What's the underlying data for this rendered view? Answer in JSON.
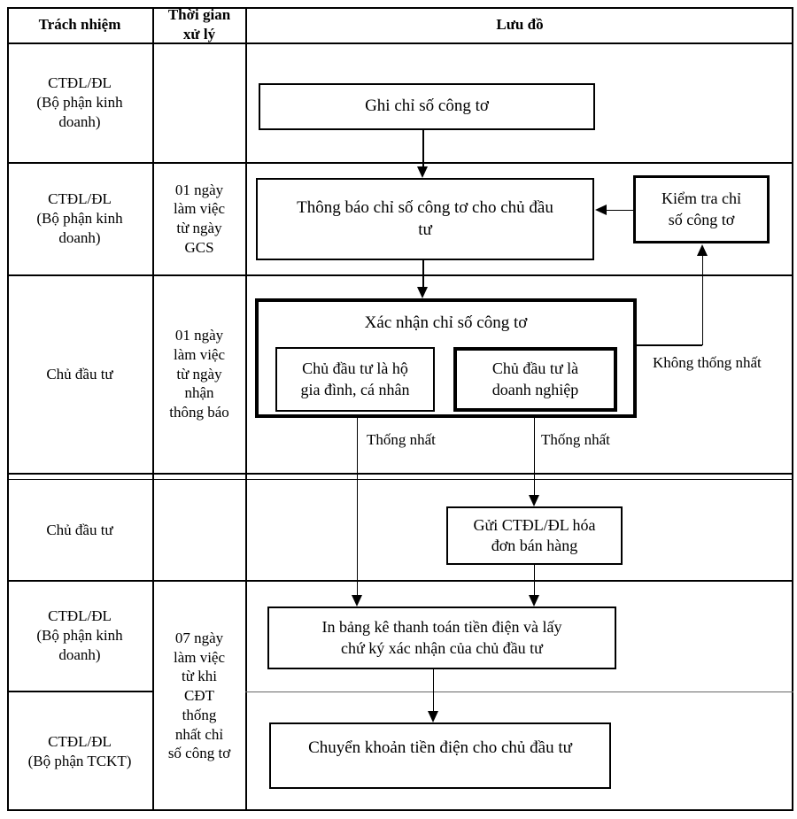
{
  "header": {
    "responsibility": "Trách nhiệm",
    "processing_time": "Thời gian\nxử lý",
    "flowchart": "Lưu đồ"
  },
  "rows": [
    {
      "responsibility": "CTĐL/ĐL\n(Bộ phận kinh\ndoanh)",
      "time": ""
    },
    {
      "responsibility": "CTĐL/ĐL\n(Bộ phận kinh\ndoanh)",
      "time": "01 ngày\nlàm việc\ntừ ngày\nGCS"
    },
    {
      "responsibility": "Chủ đầu tư",
      "time": "01 ngày\nlàm việc\ntừ ngày\nnhận\nthông báo"
    },
    {
      "responsibility": "Chủ đầu tư",
      "time": ""
    },
    {
      "responsibility": "CTĐL/ĐL\n(Bộ phận kinh\ndoanh)",
      "time": "07 ngày\nlàm việc\ntừ khi\nCĐT\nthống\nnhất chỉ\nsố công tơ"
    },
    {
      "responsibility": "CTĐL/ĐL\n(Bộ phận TCKT)",
      "time": ""
    }
  ],
  "flow": {
    "record": "Ghi chỉ số công tơ",
    "notify": "Thông báo chỉ số công tơ cho chủ đầu\ntư",
    "check": "Kiểm tra chỉ\nsố công tơ",
    "confirm_title": "Xác nhận chỉ số công tơ",
    "household": "Chủ đầu tư là hộ\ngia đình, cá nhân",
    "enterprise": "Chủ đầu tư là\ndoanh nghiệp",
    "send_invoice": "Gửi CTĐL/ĐL hóa\nđơn bán hàng",
    "print_statement": "In bảng kê thanh toán tiền điện và lấy\nchứ ký xác nhận của chủ đầu tư",
    "transfer": "Chuyển khoản tiền điện cho chủ đầu tư",
    "label_disagree": "Không thống nhất",
    "label_agree_left": "Thống nhất",
    "label_agree_right": "Thống nhất"
  },
  "colors": {
    "line": "#000000",
    "background": "#ffffff",
    "text": "#000000"
  }
}
